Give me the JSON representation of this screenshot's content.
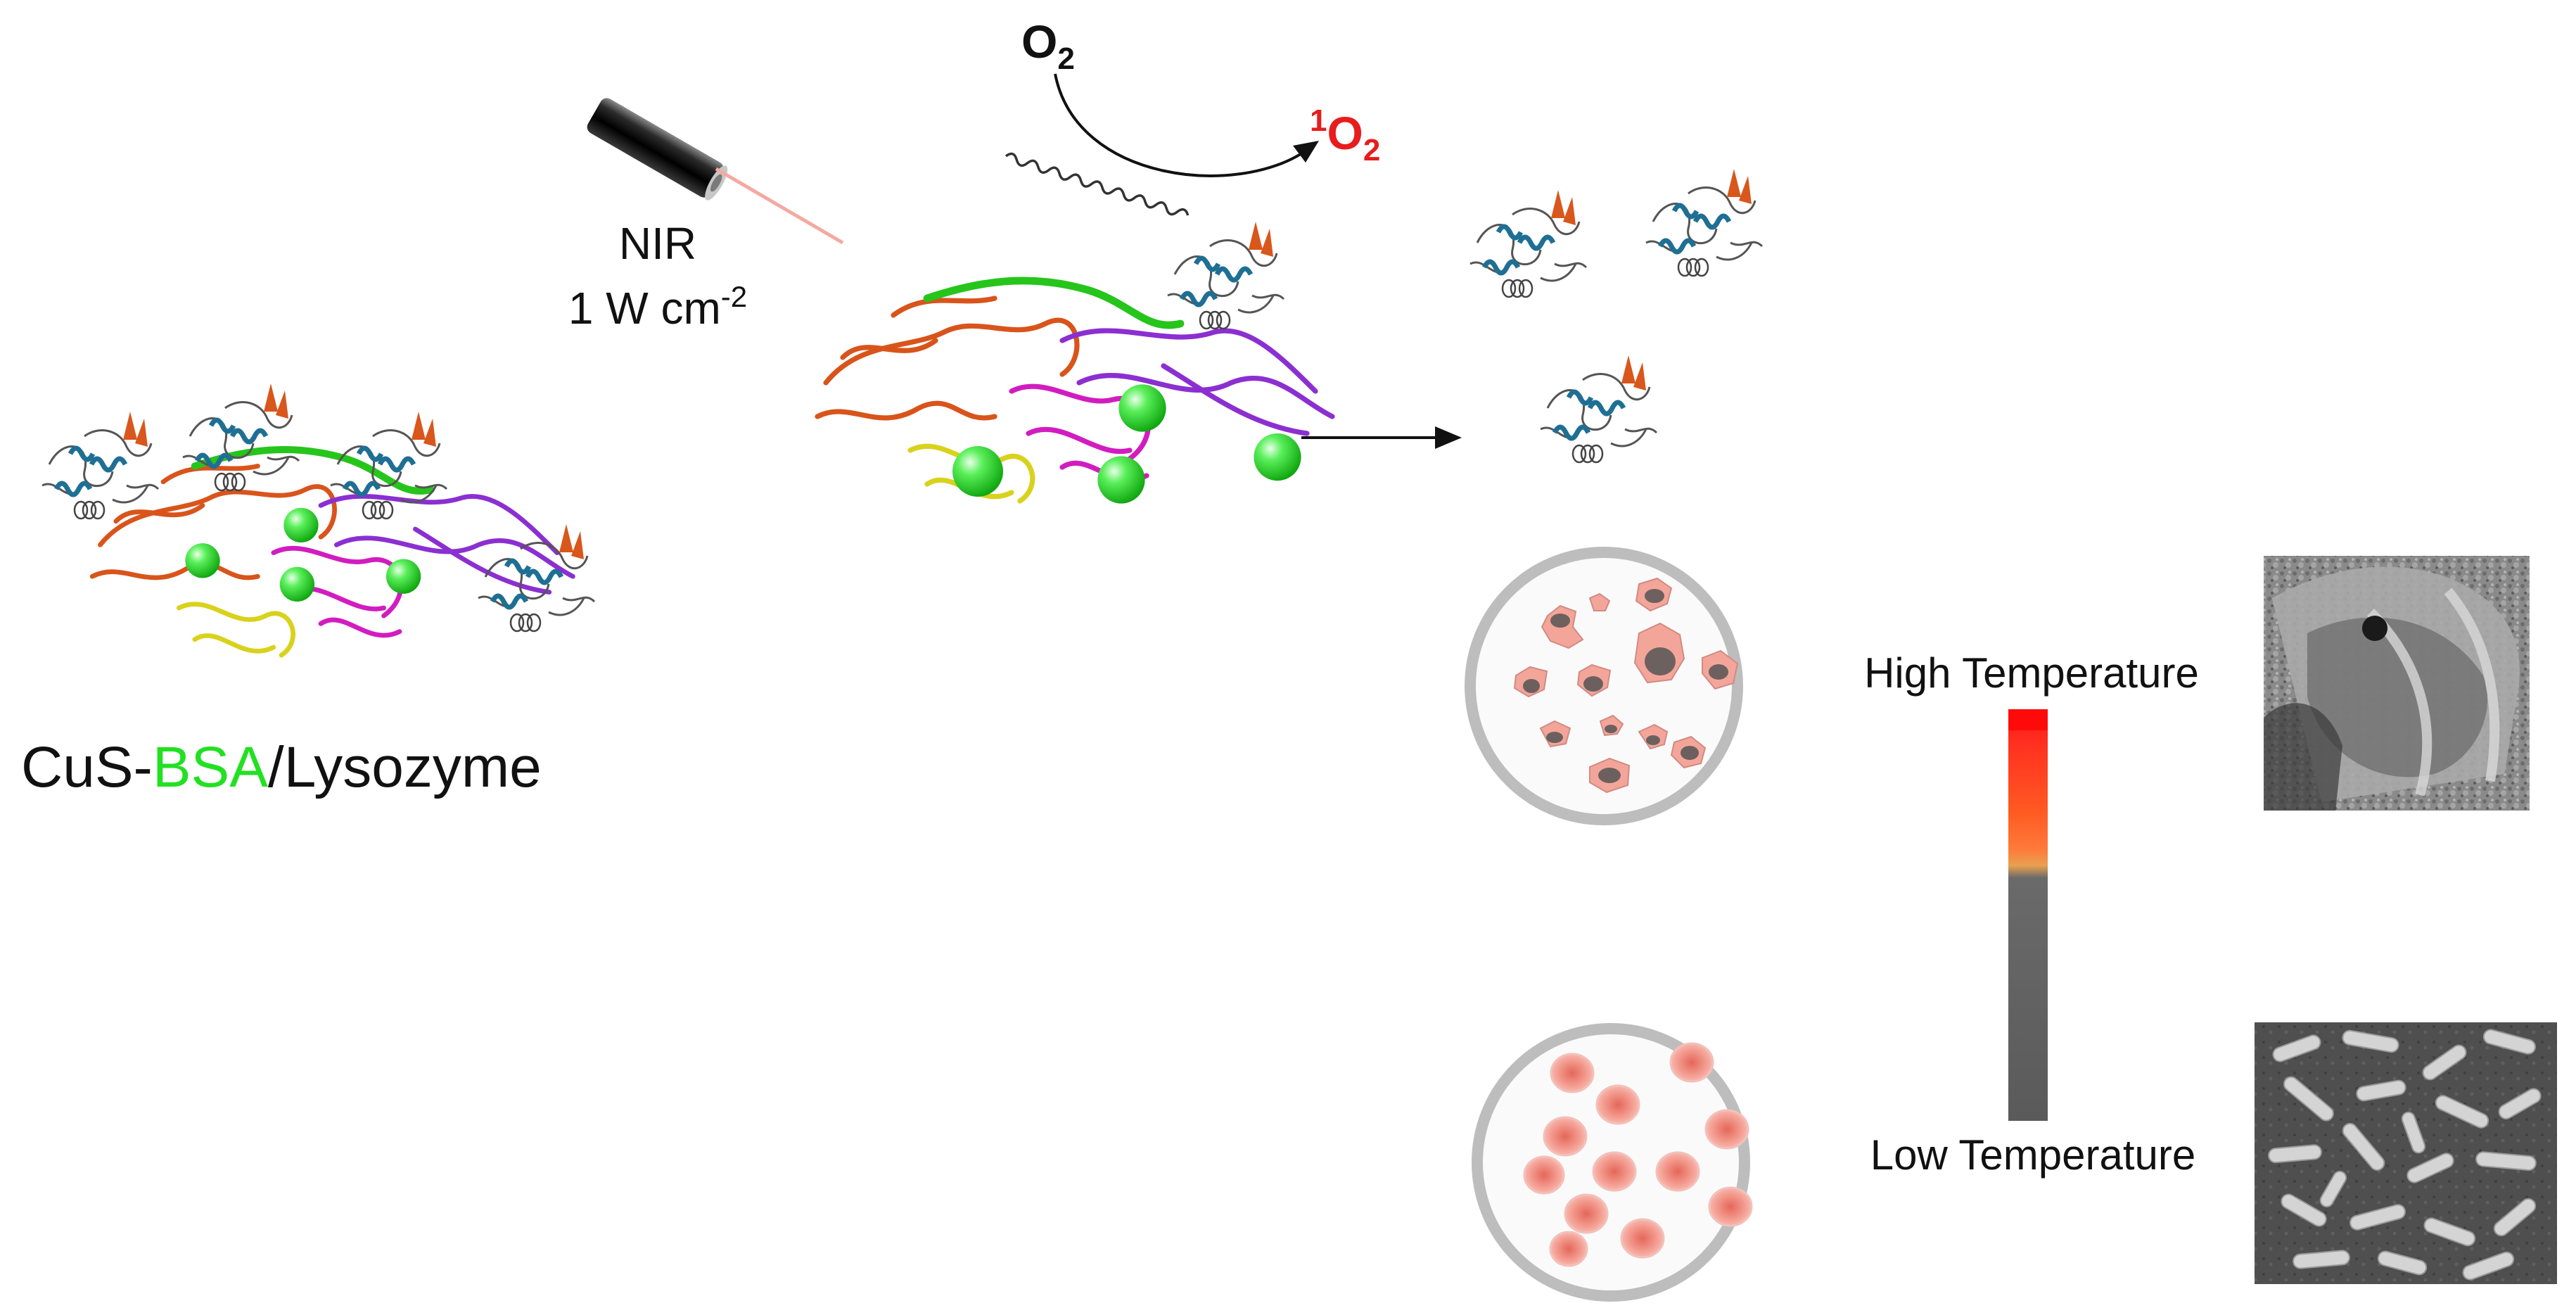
{
  "laser": {
    "label_line1": "NIR",
    "label_line2_prefix": "1 W cm",
    "label_line2_exp": "-2"
  },
  "reaction": {
    "reactant": "O",
    "reactant_sub": "2",
    "product_sup": "1",
    "product": "O",
    "product_sub": "2"
  },
  "complex_label": {
    "part1": "CuS-",
    "part2": "BSA",
    "part3": "/Lysozyme"
  },
  "temperature": {
    "high_label": "High Temperature",
    "low_label": "Low Temperature"
  },
  "colors": {
    "bsa_green": "#22e022",
    "oxygen_singlet_red": "#e81c1c",
    "laser_beam": "#f4a9a1",
    "lysozyme_blue": "#1f6f94",
    "lysozyme_orange": "#d9561c",
    "bsa_orange": "#d9541b",
    "bsa_yellow": "#d8d21c",
    "bsa_magenta": "#d21cc0",
    "bsa_purple": "#8b2fd1",
    "bsa_helix_green": "#26c51b",
    "bacteria_pink": "#f4a59a",
    "dish_border": "#bdbdbd",
    "thermometer_hot": "#ff2a1a",
    "thermometer_cold": "#5f5f5f"
  },
  "icons": [
    "laser-pointer-icon",
    "wavy-light-icon",
    "curved-arrow-icon",
    "right-arrow-icon",
    "petri-dish-icon",
    "thermometer-bar-icon",
    "sem-image-icon"
  ]
}
